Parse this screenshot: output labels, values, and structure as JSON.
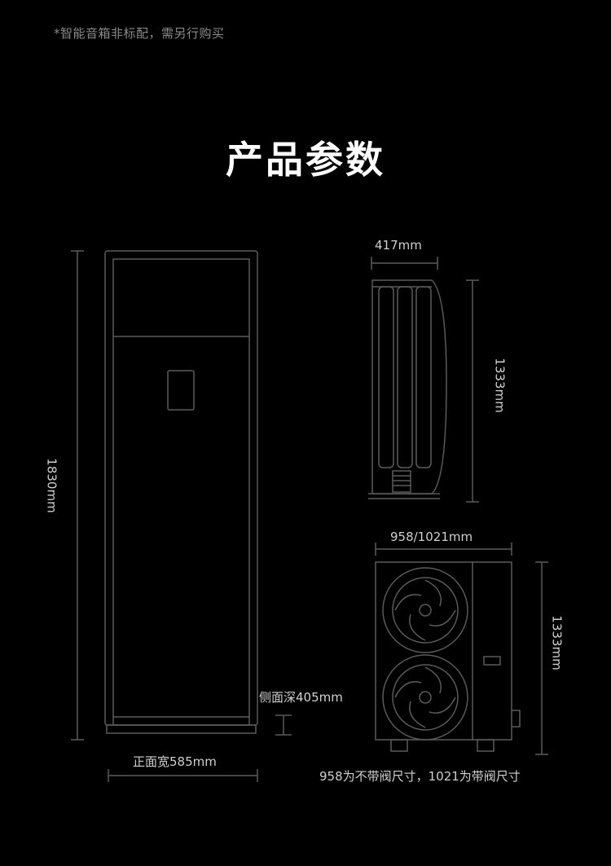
{
  "note": "*智能音箱非标配，需另行购买",
  "title": "产品参数",
  "indoor": {
    "height": "1830mm",
    "width": "正面宽585mm",
    "depth": "侧面深405mm"
  },
  "side_unit": {
    "width": "417mm",
    "height": "1333mm"
  },
  "outdoor_unit": {
    "width": "958/1021mm",
    "height": "1333mm",
    "footnote": "958为不带阀尺寸，1021为带阀尺寸"
  },
  "colors": {
    "background": "#000000",
    "line": "#5a5a5a",
    "text": "#cfcfcf",
    "title": "#ffffff"
  }
}
